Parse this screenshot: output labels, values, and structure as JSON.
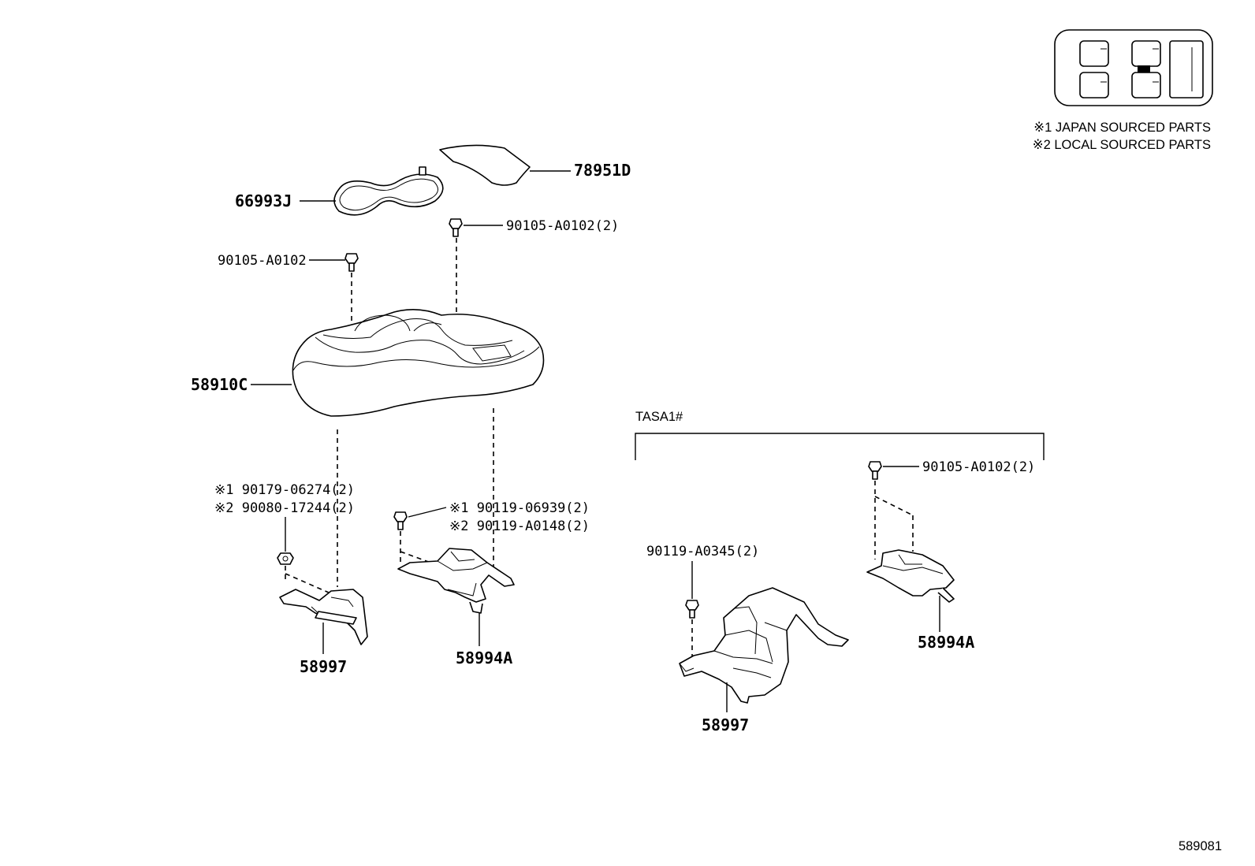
{
  "legend": {
    "note1": "※1 JAPAN SOURCED PARTS",
    "note2": "※2 LOCAL SOURCED PARTS",
    "icon": "vehicle-layout-icon"
  },
  "group_label": "TASA1#",
  "diagram_id": "589081",
  "parts": {
    "p78951D": "78951D",
    "p66993J": "66993J",
    "p90105_top_right": "90105-A0102(2)",
    "p90105_top_left": "90105-A0102",
    "p58910C": "58910C",
    "p90179_line1": "※1 90179-06274(2)",
    "p90080_line2": "※2 90080-17244(2)",
    "p90119_line1": "※1 90119-06939(2)",
    "p90119_line2": "※2 90119-A0148(2)",
    "p58997_left": "58997",
    "p58994A_left": "58994A",
    "p90105_tasa": "90105-A0102(2)",
    "p90119_A0345": "90119-A0345(2)",
    "p58994A_right": "58994A",
    "p58997_right": "58997"
  }
}
